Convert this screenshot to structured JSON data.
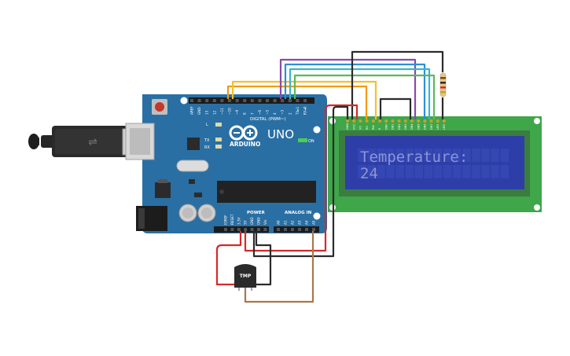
{
  "board": {
    "brand": "ARDUINO",
    "model": "UNO",
    "on_label": "ON",
    "tx_label": "TX",
    "rx_label": "RX",
    "l_label": "L",
    "digital_label": "DIGITAL (PWM~)",
    "power_label": "POWER",
    "analog_label": "ANALOG IN",
    "top_pins": [
      "AREF",
      "GND",
      "13",
      "12",
      "~11",
      "~10",
      "~9",
      "8",
      "7",
      "~6",
      "~5",
      "4",
      "~3",
      "2",
      "TX▸1",
      "RX◂0"
    ],
    "power_pins": [
      "IOREF",
      "RESET",
      "3.3V",
      "5V",
      "GND",
      "GND",
      "Vin"
    ],
    "analog_pins": [
      "A0",
      "A1",
      "A2",
      "A3",
      "A4",
      "A5"
    ]
  },
  "lcd": {
    "line1": "Temperature:",
    "line2": "24",
    "pins": [
      "GND",
      "VCC",
      "V0",
      "RS",
      "RW",
      "E",
      "DB0",
      "DB1",
      "DB2",
      "DB3",
      "DB4",
      "DB5",
      "DB6",
      "DB7",
      "LED",
      "LED"
    ]
  },
  "sensor": {
    "label": "TMP"
  },
  "colors": {
    "board": "#2a6fa3",
    "lcd_pcb": "#3fa64a",
    "lcd_screen": "#2d3ea8",
    "lcd_text": "#8c95d6",
    "wire_red": "#d42a2a",
    "wire_black": "#2b2b2b",
    "wire_orange": "#f29a10",
    "wire_yellow": "#f2c12e",
    "wire_purple": "#8a4aa8",
    "wire_blue": "#2d8fd6",
    "wire_cyan": "#3ab5c9",
    "wire_green": "#5cb85c",
    "wire_brown": "#a8784a"
  }
}
